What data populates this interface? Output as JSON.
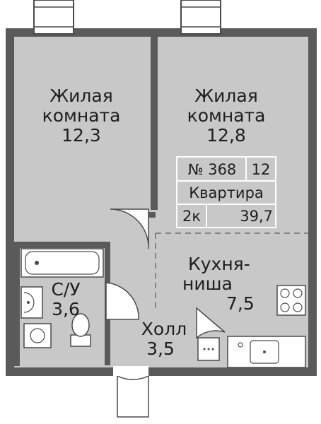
{
  "rooms": {
    "living1": {
      "name_line1": "Жилая",
      "name_line2": "комната",
      "area": "12,3"
    },
    "living2": {
      "name_line1": "Жилая",
      "name_line2": "комната",
      "area": "12,8"
    },
    "kitchen": {
      "name_line1": "Кухня-",
      "name_line2": "ниша",
      "area": "7,5"
    },
    "bathroom": {
      "name": "С/У",
      "area": "3,6"
    },
    "hall": {
      "name": "Холл",
      "area": "3,5"
    }
  },
  "apartment": {
    "number": "№ 368",
    "floor": "12",
    "type_label": "Квартира",
    "rooms_count": "2к",
    "total_area": "39,7"
  },
  "colors": {
    "wall": "#5a5a5a",
    "floor": "#c8c8c8",
    "fixture": "#ffffff",
    "outline": "#4a4a4a",
    "text": "#1e1e1e"
  },
  "icons": [
    "window-icon",
    "bathtub-icon",
    "sink-icon",
    "washing-machine-icon",
    "toilet-icon",
    "stove-icon",
    "kitchen-sink-icon",
    "electrical-panel-icon",
    "door-swing-icon"
  ]
}
